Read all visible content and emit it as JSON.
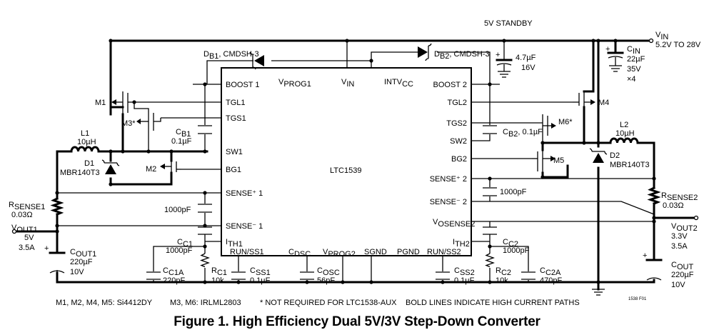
{
  "figure": {
    "caption": "Figure 1. High Efficiency Dual 5V/3V Step-Down Converter",
    "file_code": "1538 F01"
  },
  "chip": {
    "name": "LTC1539",
    "pins_left": [
      "BOOST 1",
      "TGL1",
      "TGS1",
      "SW1",
      "BG1",
      "SENSE⁺ 1",
      "SENSE⁻ 1"
    ],
    "ith1": "I",
    "ith1_sub": "TH1",
    "pins_right": [
      "BOOST 2",
      "TGL2",
      "TGS2",
      "SW2",
      "BG2",
      "SENSE⁺ 2",
      "SENSE⁻ 2"
    ],
    "vosense2": "V",
    "vosense2_sub": "OSENSE2",
    "ith2": "I",
    "ith2_sub": "TH2",
    "top_vprog1": "V",
    "top_vprog1_sub": "PROG1",
    "top_vin": "V",
    "top_vin_sub": "IN",
    "top_intvcc": "INTV",
    "top_intvcc_sub": "CC",
    "bottom_run1": "RUN/SS1",
    "bottom_cdsc": "C",
    "bottom_cdsc_sub": "DSC",
    "bottom_vprog2": "V",
    "bottom_vprog2_sub": "PROG2",
    "bottom_sgnd": "SGND",
    "bottom_pgnd": "PGND",
    "bottom_run2": "RUN/SS2"
  },
  "labels": {
    "standby": "5V STANDBY",
    "vin_name": "V",
    "vin_sub": "IN",
    "vin_value": "5.2V TO 28V",
    "cin_name": "C",
    "cin_sub": "IN",
    "cin_v1": "22µF",
    "cin_v2": "35V",
    "cin_v3": "×4",
    "c47_v1": "4.7µF",
    "c47_v2": "16V",
    "db1_name": "D",
    "db1_sub": "B1",
    "db1_part": ", CMDSH-3",
    "db2_name": "D",
    "db2_sub": "B2",
    "db2_part": ", CMDSH-3",
    "m1": "M1",
    "m2": "M2",
    "m3": "M3*",
    "m4": "M4",
    "m5": "M5",
    "m6": "M6*",
    "l1_name": "L1",
    "l1_value": "10µH",
    "l2_name": "L2",
    "l2_value": "10µH",
    "d1_name": "D1",
    "d1_part": "MBR140T3",
    "d2_name": "D2",
    "d2_part": "MBR140T3",
    "cb1_name": "C",
    "cb1_sub": "B1",
    "cb1_value": "0.1µF",
    "cb2_name": "C",
    "cb2_sub": "B2",
    "cb2_value": ", 0.1µF",
    "rsense1_name": "R",
    "rsense1_sub": "SENSE1",
    "rsense1_value": "0.03Ω",
    "rsense2_name": "R",
    "rsense2_sub": "SENSE2",
    "rsense2_value": "0.03Ω",
    "c1000_left": "1000pF",
    "c1000_right": "1000pF",
    "vout1_name": "V",
    "vout1_sub": "OUT1",
    "vout1_v": "5V",
    "vout1_i": "3.5A",
    "vout2_name": "V",
    "vout2_sub": "OUT2",
    "vout2_v": "3.3V",
    "vout2_i": "3.5A",
    "cout1_name": "C",
    "cout1_sub": "OUT1",
    "cout1_v1": "220µF",
    "cout1_v2": "10V",
    "cout_name": "C",
    "cout_sub": "OUT",
    "cout_v1": "220µF",
    "cout_v2": "10V",
    "cc1_name": "C",
    "cc1_sub": "C1",
    "cc1_value": "1000pF",
    "cc2_name": "C",
    "cc2_sub": "C2",
    "cc2_value": "1000pF",
    "cc1a_name": "C",
    "cc1a_sub": "C1A",
    "cc1a_value": "220pF",
    "cc2a_name": "C",
    "cc2a_sub": "C2A",
    "cc2a_value": "470pF",
    "rc1_name": "R",
    "rc1_sub": "C1",
    "rc1_value": "10k",
    "rc2_name": "R",
    "rc2_sub": "C2",
    "rc2_value": "10k",
    "css1_name": "C",
    "css1_sub": "SS1",
    "css1_value": "0.1µF",
    "css2_name": "C",
    "css2_sub": "SS2",
    "css2_value": "0.1µF",
    "cosc_name": "C",
    "cosc_sub": "OSC",
    "cosc_value": "56pF",
    "plus": "+"
  },
  "notes": {
    "mosfets_a": "M1, M2, M4, M5: Si4412DY",
    "mosfets_b": "M3, M6: IRLML2803",
    "not_required": "* NOT REQUIRED FOR LTC1538-AUX",
    "bold_lines": "BOLD LINES INDICATE HIGH CURRENT PATHS"
  }
}
